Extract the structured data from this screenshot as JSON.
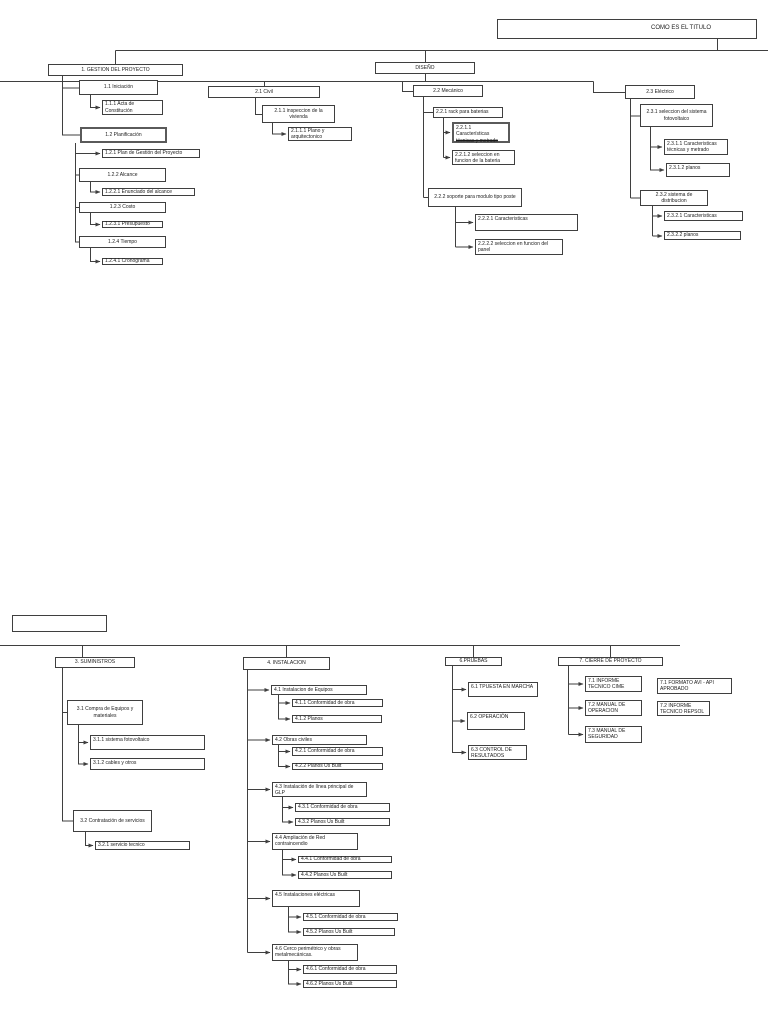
{
  "page": {
    "background": "#ffffff",
    "line_color": "#3f3f3f"
  },
  "title": {
    "label": "COMO ES EL TITULO"
  },
  "gestion": {
    "root": "1. GESTION DEL PROYECTO",
    "n11": "1.1  Iniciación",
    "n111": "1.1.1  Acta de Constitución",
    "n12": "1.2   Planificación",
    "n121": "1.2.1  Plan de Gestión del Proyecto",
    "n122": "1.2.2  Alcance",
    "n1221": "1.2.2.1  Enunciado del alcance",
    "n123": "1.2.3  Costo",
    "n1231": "1.2.3.1  Presupuesto",
    "n124": "1.2.4 Tiempo",
    "n1241": "1.2.4.1  Cronograma"
  },
  "diseno": {
    "root": "DISEÑO",
    "civil": {
      "n21": "2.1 Civil",
      "n211": "2.1.1 inspeccion de la vivienda",
      "n2111": "2.1.1.1 Plano y arquitectonico"
    },
    "mecanico": {
      "n22": "2.2 Mecánico",
      "n221": "2.2.1 rack para baterias",
      "n2211_line1": "2.2.1.1 Características",
      "n2211_struck": "técnicas y metrado",
      "n2212": "2.2.1.2  seleccion en funcion de la bateria",
      "n222": "2.2.2 soporte para modulo tipo poste",
      "n2221": "2.2.2.1 Caracteristicas",
      "n2222": "2.2.2.2 seleccion en funcion del panel"
    },
    "electrico": {
      "n23": "2.3 Eléctrico",
      "n231": "2.3.1 seleccion del sistema fotovoltaico",
      "n2311": "2.3.1.1 Caracteristicas técnicas  y metrado",
      "n2312": "2.3.1.2 planos",
      "n232": "2.3.2 sistema de distribucion",
      "n2321": "2.3.2.1 Caracteristicas",
      "n2322": "2.3.2.2 planos"
    }
  },
  "suministros": {
    "root": "3.  SUMINISTROS",
    "n31": "3.1  Compra de Equipos y materiales",
    "n311": "3.1.1 sistema fotovoltaico",
    "n312": "3.1.2 cables y otros",
    "n32": "3.2  Contratación de servicios",
    "n321": "3.2.1 servicio tecnico"
  },
  "instalacion": {
    "root": "4. INSTALACION",
    "n41": "4.1 Instalacion  de Equipos",
    "n411": "4.1.1 Conformidad de obra",
    "n412": "4.1.2  Planos",
    "n42": "4.2 Obras civiles",
    "n421": "4.2.1 Conformidad de obra",
    "n422": "4.2.2 Planos Us Built",
    "n43": "4.3 Instalación de línea principal de GLP",
    "n431": "4.3.1 Conformidad de obra",
    "n432": "4.3.2 Planos Us Built",
    "n44": "4.4 Ampliación de Red contraincendio",
    "n441": "4.4.1 Conformidad de obra",
    "n442": "4.4.2 Planos Us Built",
    "n45": "4.5  Instalaciones eléctricas",
    "n451": "4.5.1 Conformidad de obra",
    "n452": "4.5.2 Planos Us Built",
    "n46": "4.6 Cerco perimétrico y obras metalmecánicas.",
    "n461": "4.6.1 Conformidad de obra",
    "n462": "4.6.2 Planos Us Built"
  },
  "pruebas": {
    "root": "6.PRUEBAS",
    "n61": "6.1 TPUESTA EN MARCHA",
    "n62": "6.2 OPERACIÓN",
    "n63": "6.3 CONTROL DE RESULTADOS"
  },
  "cierre": {
    "root": "7.  CIERRE DE PROYECTO",
    "n71": "7.1 INFORME TECNICO CIME",
    "n72": "7.2  MANUAL DE OPERACION",
    "n73": "7.3 MANUAL DE SEGURIDAD",
    "f71": "7.1  FORMATO AVI - API APROBADO",
    "f72": "7.2 INFORME TECNICO REPSOL"
  }
}
